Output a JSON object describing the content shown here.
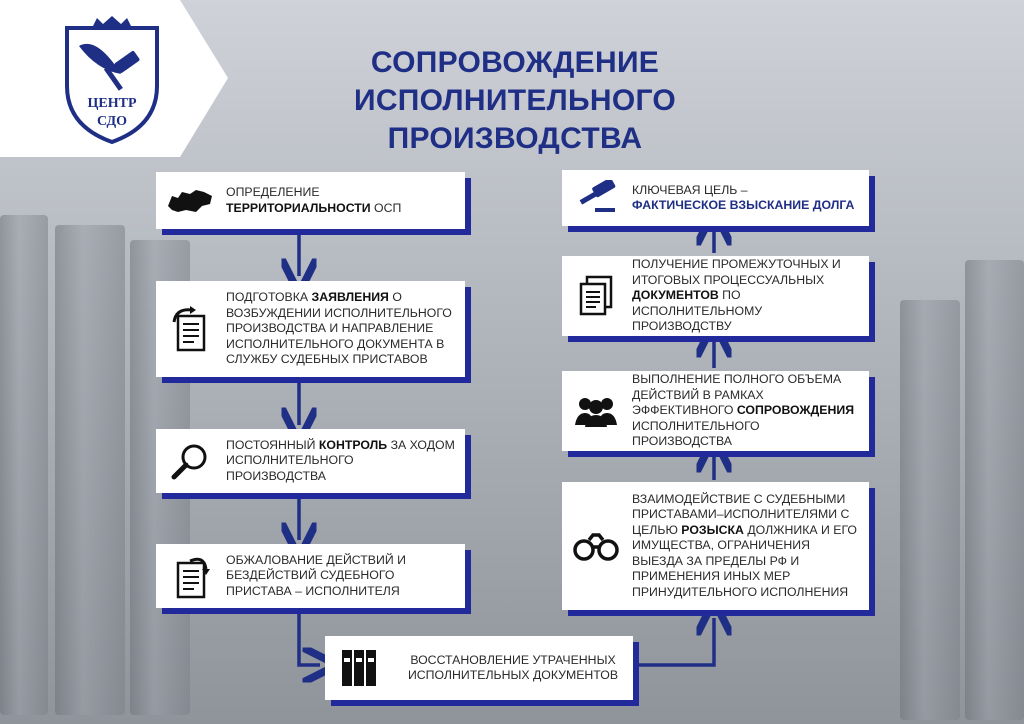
{
  "logo": {
    "line1": "ЦЕНТР",
    "line2": "СДО"
  },
  "title": {
    "line1": "СОПРОВОЖДЕНИЕ",
    "line2": "ИСПОЛНИТЕЛЬНОГО ПРОИЗВОДСТВА"
  },
  "colors": {
    "accent": "#1f2f86",
    "shadow": "#21299b"
  },
  "left_steps": [
    {
      "icon": "russia-map-icon",
      "a": "ОПРЕДЕЛЕНИЕ",
      "b": "ТЕРРИТОРИАЛЬНОСТИ",
      "c": " ОСП"
    },
    {
      "icon": "document-arrow-icon",
      "a": "ПОДГОТОВКА ",
      "b": "ЗАЯВЛЕНИЯ",
      "c": " О ВОЗБУЖДЕНИИ ИСПОЛНИТЕЛЬНОГО ПРОИЗВОДСТВА И НАПРАВЛЕНИЕ ИСПОЛНИТЕЛЬНОГО ДОКУМЕНТА В СЛУЖБУ СУДЕБНЫХ ПРИСТАВОВ"
    },
    {
      "icon": "magnifier-icon",
      "a": "ПОСТОЯННЫЙ ",
      "b": "КОНТРОЛЬ",
      "c": " ЗА ХОДОМ ИСПОЛНИТЕЛЬНОГО ПРОИЗВОДСТВА"
    },
    {
      "icon": "document-arrow-icon",
      "a": "ОБЖАЛОВАНИЕ ДЕЙСТВИЙ И БЕЗДЕЙСТВИЙ СУДЕБНОГО ПРИСТАВА – ИСПОЛНИТЕЛЯ",
      "b": "",
      "c": ""
    }
  ],
  "bottom_step": {
    "icon": "binders-icon",
    "a": "ВОССТАНОВЛЕНИЕ УТРАЧЕННЫХ ИСПОЛНИТЕЛЬНЫХ ДОКУМЕНТОВ",
    "b": "",
    "c": ""
  },
  "right_steps": [
    {
      "icon": "binoculars-icon",
      "a": "ВЗАИМОДЕЙСТВИЕ С СУДЕБНЫМИ ПРИСТАВАМИ–ИСПОЛНИТЕЛЯМИ С ЦЕЛЬЮ ",
      "b": "РОЗЫСКА",
      "c": " ДОЛЖНИКА И ЕГО ИМУЩЕСТВА, ОГРАНИЧЕНИЯ ВЫЕЗДА ЗА ПРЕДЕЛЫ РФ И ПРИМЕНЕНИЯ ИНЫХ МЕР ПРИНУДИТЕЛЬНОГО ИСПОЛНЕНИЯ"
    },
    {
      "icon": "people-icon",
      "a": "ВЫПОЛНЕНИЕ ПОЛНОГО ОБЪЕМА ДЕЙСТВИЙ В РАМКАХ ЭФФЕКТИВНОГО ",
      "b": "СОПРОВОЖДЕНИЯ",
      "c": " ИСПОЛНИТЕЛЬНОГО ПРОИЗВОДСТВА"
    },
    {
      "icon": "documents-icon",
      "a": "ПОЛУЧЕНИЕ ПРОМЕЖУТОЧНЫХ И ИТОГОВЫХ ПРОЦЕССУАЛЬНЫХ ",
      "b": "ДОКУМЕНТОВ",
      "c": " ПО ИСПОЛНИТЕЛЬНОМУ ПРОИЗВОДСТВУ"
    },
    {
      "icon": "gavel-icon",
      "a": "КЛЮЧЕВАЯ ЦЕЛЬ –",
      "b": "ФАКТИЧЕСКОЕ ВЗЫСКАНИЕ ДОЛГА",
      "c": ""
    }
  ]
}
